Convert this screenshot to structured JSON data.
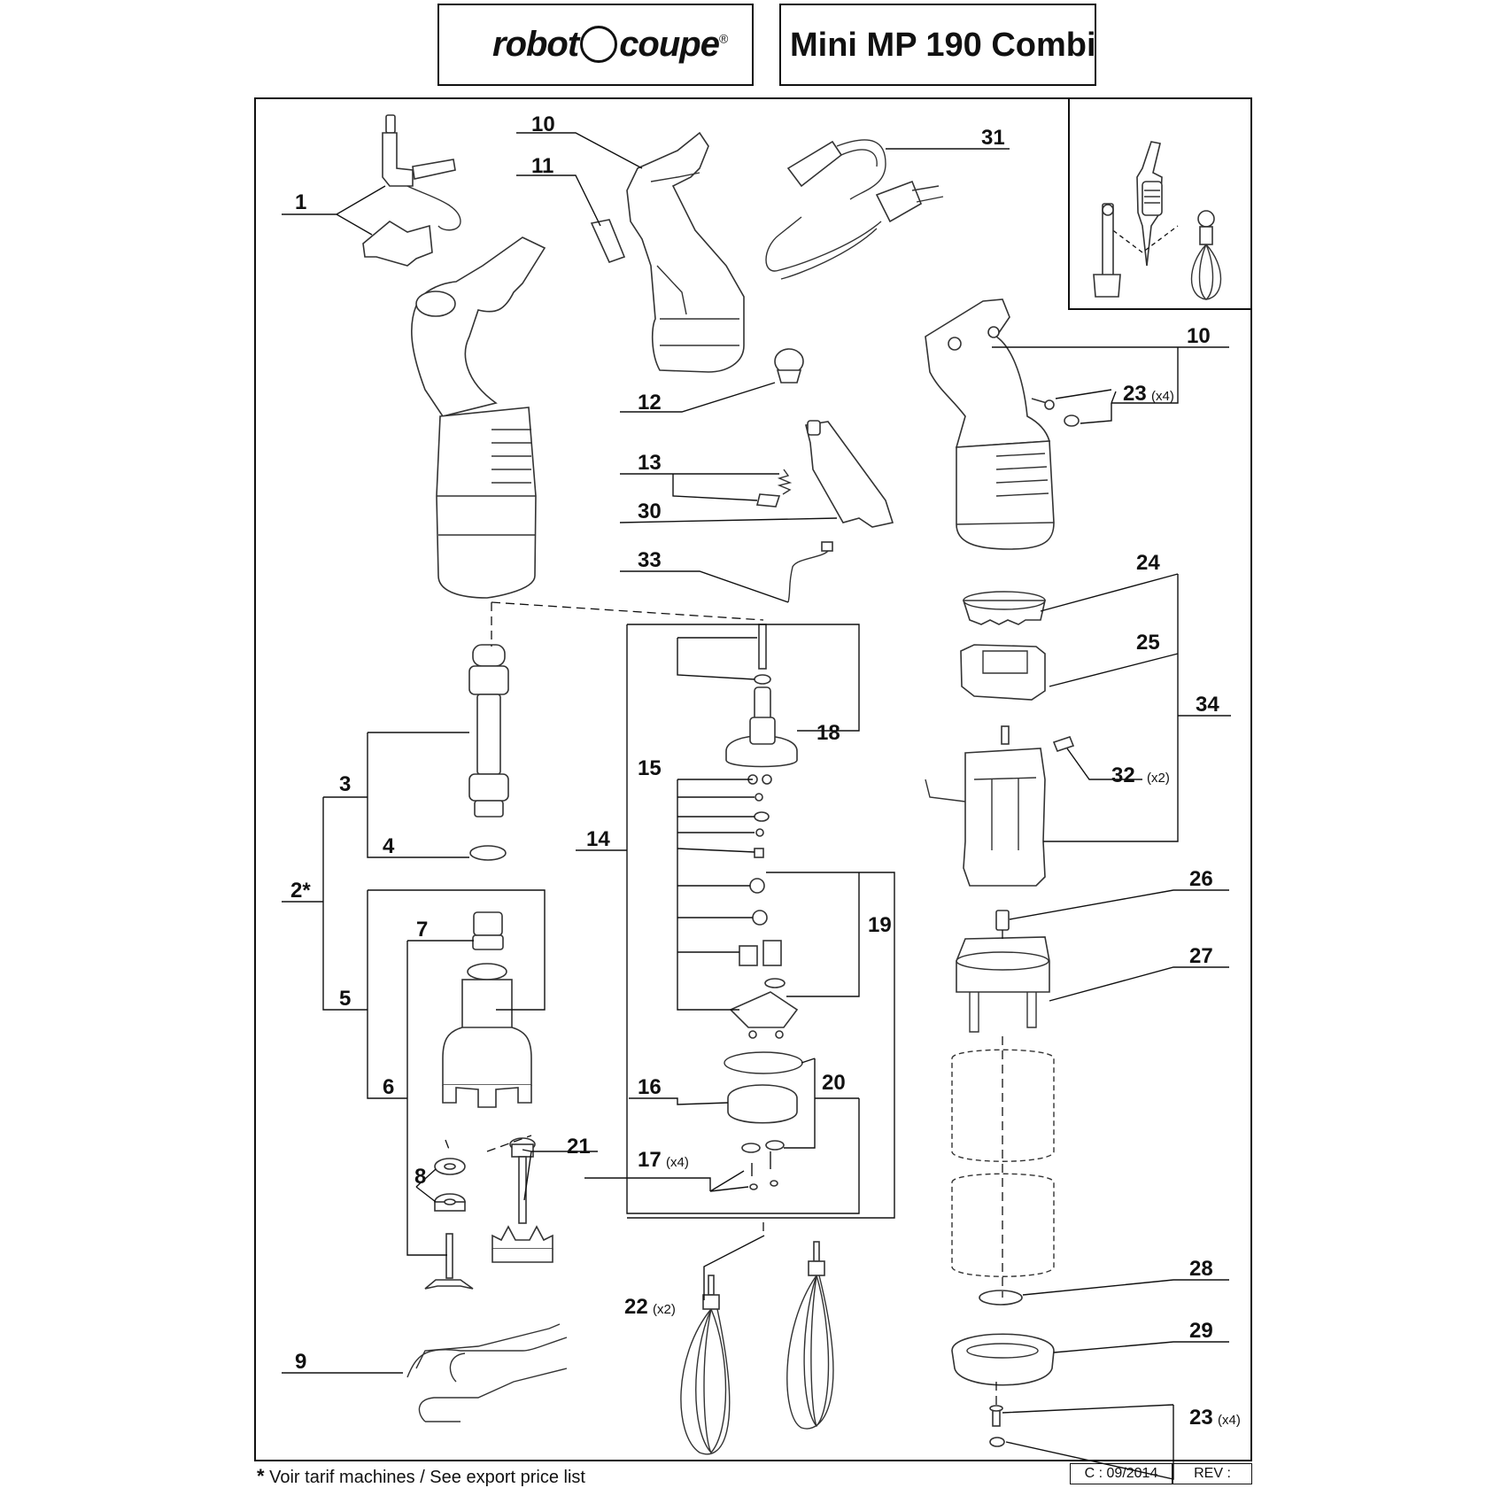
{
  "header": {
    "brand": "robot",
    "brand2": "coupe",
    "brand_reg": "®",
    "model": "Mini MP 190 Combi"
  },
  "labels": {
    "p1": "1",
    "p2": "2*",
    "p3": "3",
    "p4": "4",
    "p5": "5",
    "p6": "6",
    "p7": "7",
    "p8": "8",
    "p9": "9",
    "p10a": "10",
    "p10b": "10",
    "p11": "11",
    "p12": "12",
    "p13": "13",
    "p14": "14",
    "p15": "15",
    "p16": "16",
    "p17": "17",
    "p18": "18",
    "p19": "19",
    "p20": "20",
    "p21": "21",
    "p22": "22",
    "p23a": "23",
    "p23b": "23",
    "p24": "24",
    "p25": "25",
    "p26": "26",
    "p27": "27",
    "p28": "28",
    "p29": "29",
    "p30": "30",
    "p31": "31",
    "p32": "32",
    "p33": "33",
    "p34": "34"
  },
  "quantities": {
    "p17": "(x4)",
    "p22": "(x2)",
    "p23a": "(x4)",
    "p23b": "(x4)",
    "p32": "(x2)"
  },
  "footer": {
    "star": "*",
    "note": "Voir tarif machines / See export price list",
    "date": "C : 09/2014",
    "rev": "REV :"
  }
}
